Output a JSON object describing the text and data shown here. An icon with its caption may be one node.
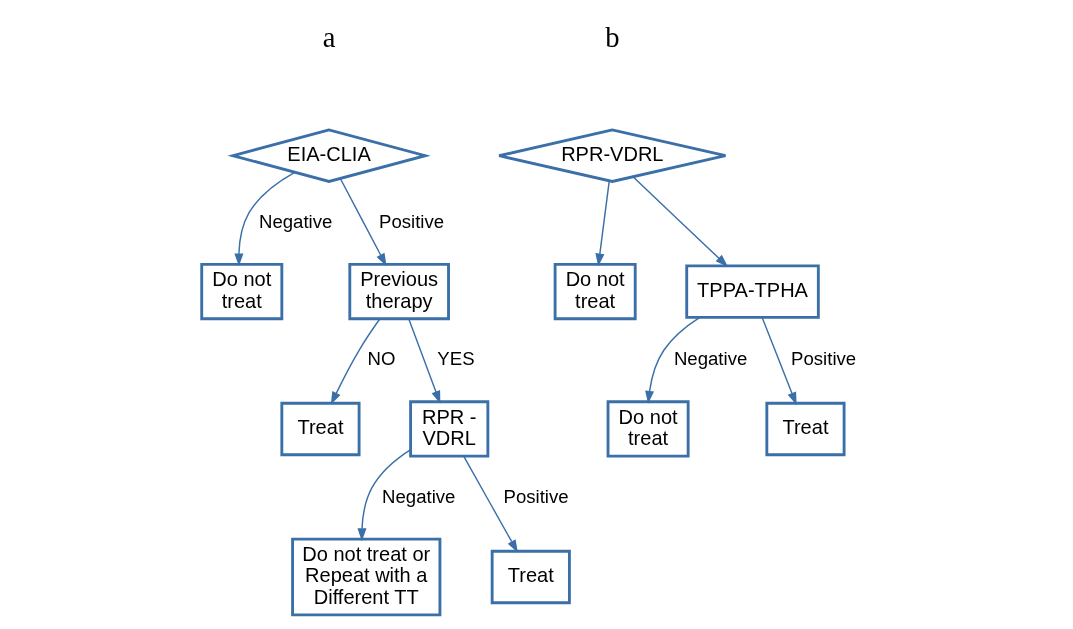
{
  "diagram": {
    "nodes": [
      {
        "text": [
          "EIA-CLIA"
        ]
      },
      {
        "text": [
          "Do not treat"
        ]
      },
      {
        "text": [
          "Previous therapy"
        ]
      },
      {
        "text": [
          "Treat"
        ]
      },
      {
        "text": [
          "RPR - VDRL"
        ]
      },
      {
        "text": [
          "Do not treat or Repeat with a Different TT"
        ]
      },
      {
        "text": [
          "Treat"
        ]
      },
      {
        "text": [
          "RPR-VDRL"
        ]
      },
      {
        "text": [
          "Do not treat"
        ]
      },
      {
        "text": [
          "TPPA-TPHA"
        ]
      },
      {
        "text": [
          "Do not treat"
        ]
      },
      {
        "text": [
          "Treat"
        ]
      }
    ],
    "edges": [
      {
        "from": 0,
        "to": 1,
        "arrow": "to",
        "label": "Negative"
      },
      {
        "from": 0,
        "to": 2,
        "arrow": "to",
        "label": "Positive"
      },
      {
        "from": 2,
        "to": 3,
        "arrow": "to",
        "label": "NO"
      },
      {
        "from": 2,
        "to": 4,
        "arrow": "to",
        "label": "YES"
      },
      {
        "from": 4,
        "to": 5,
        "arrow": "to",
        "label": "Negative"
      },
      {
        "from": 4,
        "to": 6,
        "arrow": "to",
        "label": "Positive"
      },
      {
        "from": 7,
        "to": 8,
        "arrow": "to"
      },
      {
        "from": 7,
        "to": 9,
        "arrow": "to"
      },
      {
        "from": 9,
        "to": 10,
        "arrow": "to",
        "label": "Negative"
      },
      {
        "from": 9,
        "to": 11,
        "arrow": "to",
        "label": "Positive"
      }
    ],
    "labels": [
      "a",
      "b"
    ]
  }
}
